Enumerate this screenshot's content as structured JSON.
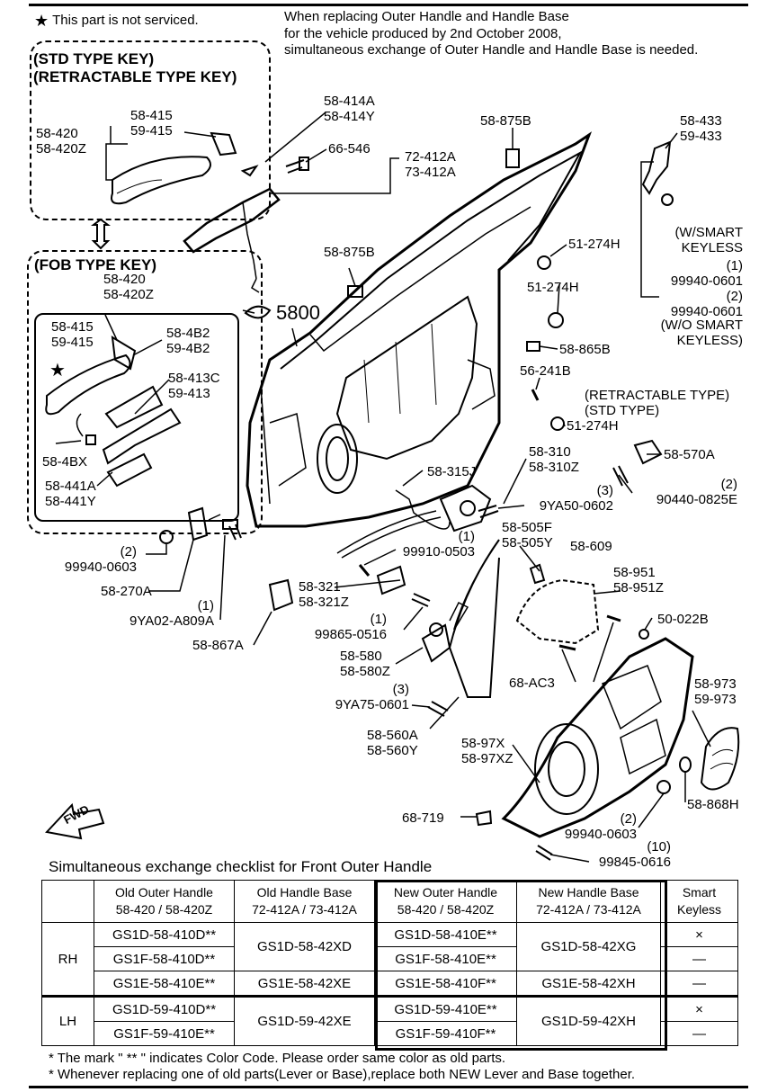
{
  "legend": {
    "not_serviced": "This part is not serviced."
  },
  "note_top": [
    "When replacing Outer Handle and Handle Base",
    "for the vehicle produced by 2nd October 2008,",
    "simultaneous exchange of Outer Handle and Handle Base is needed."
  ],
  "boxes": {
    "std_title": [
      "(STD TYPE KEY)",
      "(RETRACTABLE TYPE KEY)"
    ],
    "fob_title": "(FOB TYPE KEY)"
  },
  "labels": {
    "l_58_420_std": [
      "58-420",
      "58-420Z"
    ],
    "l_58_415_std": [
      "58-415",
      "59-415"
    ],
    "l_58_414a": [
      "58-414A",
      "58-414Y"
    ],
    "l_66_546": "66-546",
    "l_72_412a": [
      "72-412A",
      "73-412A"
    ],
    "l_58_875b_top": "58-875B",
    "l_58_433": [
      "58-433",
      "59-433"
    ],
    "l_smart": [
      "(W/SMART",
      "KEYLESS"
    ],
    "l_99940_0601": [
      "(1)",
      "99940-0601",
      "(2)",
      "99940-0601"
    ],
    "l_wo_smart": [
      "(W/O SMART",
      "KEYLESS)"
    ],
    "l_51_274h_a": "51-274H",
    "l_51_274h_b": "51-274H",
    "l_58_875b_mid": "58-875B",
    "l_5800": "5800",
    "l_58_420_fob": [
      "58-420",
      "58-420Z"
    ],
    "l_58_415_fob": [
      "58-415",
      "59-415"
    ],
    "l_58_4b2": [
      "58-4B2",
      "59-4B2"
    ],
    "l_58_413c": [
      "58-413C",
      "59-413"
    ],
    "l_58_4bx": "58-4BX",
    "l_58_441a": [
      "58-441A",
      "58-441Y"
    ],
    "l_58_865b": "58-865B",
    "l_56_241b": "56-241B",
    "l_retract": [
      "(RETRACTABLE TYPE)",
      "(STD TYPE)"
    ],
    "l_51_274h_c": "51-274H",
    "l_58_310": [
      "58-310",
      "58-310Z"
    ],
    "l_58_570a": "58-570A",
    "l_58_315j": "58-315J",
    "l_90440": [
      "(2)",
      "90440-0825E"
    ],
    "l_9ya50": [
      "(3)",
      "9YA50-0602"
    ],
    "l_99940_0603_l": [
      "(2)",
      "99940-0603"
    ],
    "l_58_505f": [
      "58-505F",
      "58-505Y"
    ],
    "l_99910": [
      "(1)",
      "99910-0503"
    ],
    "l_58_609": "58-609",
    "l_58_270a": "58-270A",
    "l_58_321": [
      "58-321",
      "58-321Z"
    ],
    "l_58_951": [
      "58-951",
      "58-951Z"
    ],
    "l_9ya02": [
      "(1)",
      "9YA02-A809A"
    ],
    "l_58_867a": "58-867A",
    "l_99865": [
      "(1)",
      "99865-0516"
    ],
    "l_50_022b": "50-022B",
    "l_58_580": [
      "58-580",
      "58-580Z"
    ],
    "l_68_ac3": "68-AC3",
    "l_9ya75": [
      "(3)",
      "9YA75-0601"
    ],
    "l_58_973": [
      "58-973",
      "59-973"
    ],
    "l_58_560a": [
      "58-560A",
      "58-560Y"
    ],
    "l_58_97x": [
      "58-97X",
      "58-97XZ"
    ],
    "l_58_868h": "58-868H",
    "l_68_719": "68-719",
    "l_99940_0603_r": [
      "(2)",
      "99940-0603"
    ],
    "l_99845": [
      "(10)",
      "99845-0616"
    ],
    "fwd": "FWD"
  },
  "checklist": {
    "title": "Simultaneous exchange checklist for Front Outer Handle",
    "headers": [
      [
        "Old Outer Handle",
        "58-420 / 58-420Z"
      ],
      [
        "Old Handle Base",
        "72-412A / 73-412A"
      ],
      [
        "New Outer Handle",
        "58-420 / 58-420Z"
      ],
      [
        "New Handle Base",
        "72-412A / 73-412A"
      ],
      [
        "Smart",
        "Keyless"
      ]
    ],
    "rh": {
      "side": "RH",
      "old_handle": [
        "GS1D-58-410D**",
        "GS1F-58-410D**",
        "GS1E-58-410E**"
      ],
      "old_base": [
        "GS1D-58-42XD",
        "GS1E-58-42XE"
      ],
      "new_handle": [
        "GS1D-58-410E**",
        "GS1F-58-410E**",
        "GS1E-58-410F**"
      ],
      "new_base": [
        "GS1D-58-42XG",
        "GS1E-58-42XH"
      ],
      "smart": [
        "×",
        "—",
        "—"
      ]
    },
    "lh": {
      "side": "LH",
      "old_handle": [
        "GS1D-59-410D**",
        "GS1F-59-410E**"
      ],
      "old_base": [
        "GS1D-59-42XE"
      ],
      "new_handle": [
        "GS1D-59-410E**",
        "GS1F-59-410F**"
      ],
      "new_base": [
        "GS1D-59-42XH"
      ],
      "smart": [
        "×",
        "—"
      ]
    }
  },
  "footnotes": [
    "* The mark \" ** \" indicates Color Code. Please order same color as old parts.",
    "* Whenever replacing one of old parts(Lever or Base),replace both NEW Lever and Base together."
  ]
}
